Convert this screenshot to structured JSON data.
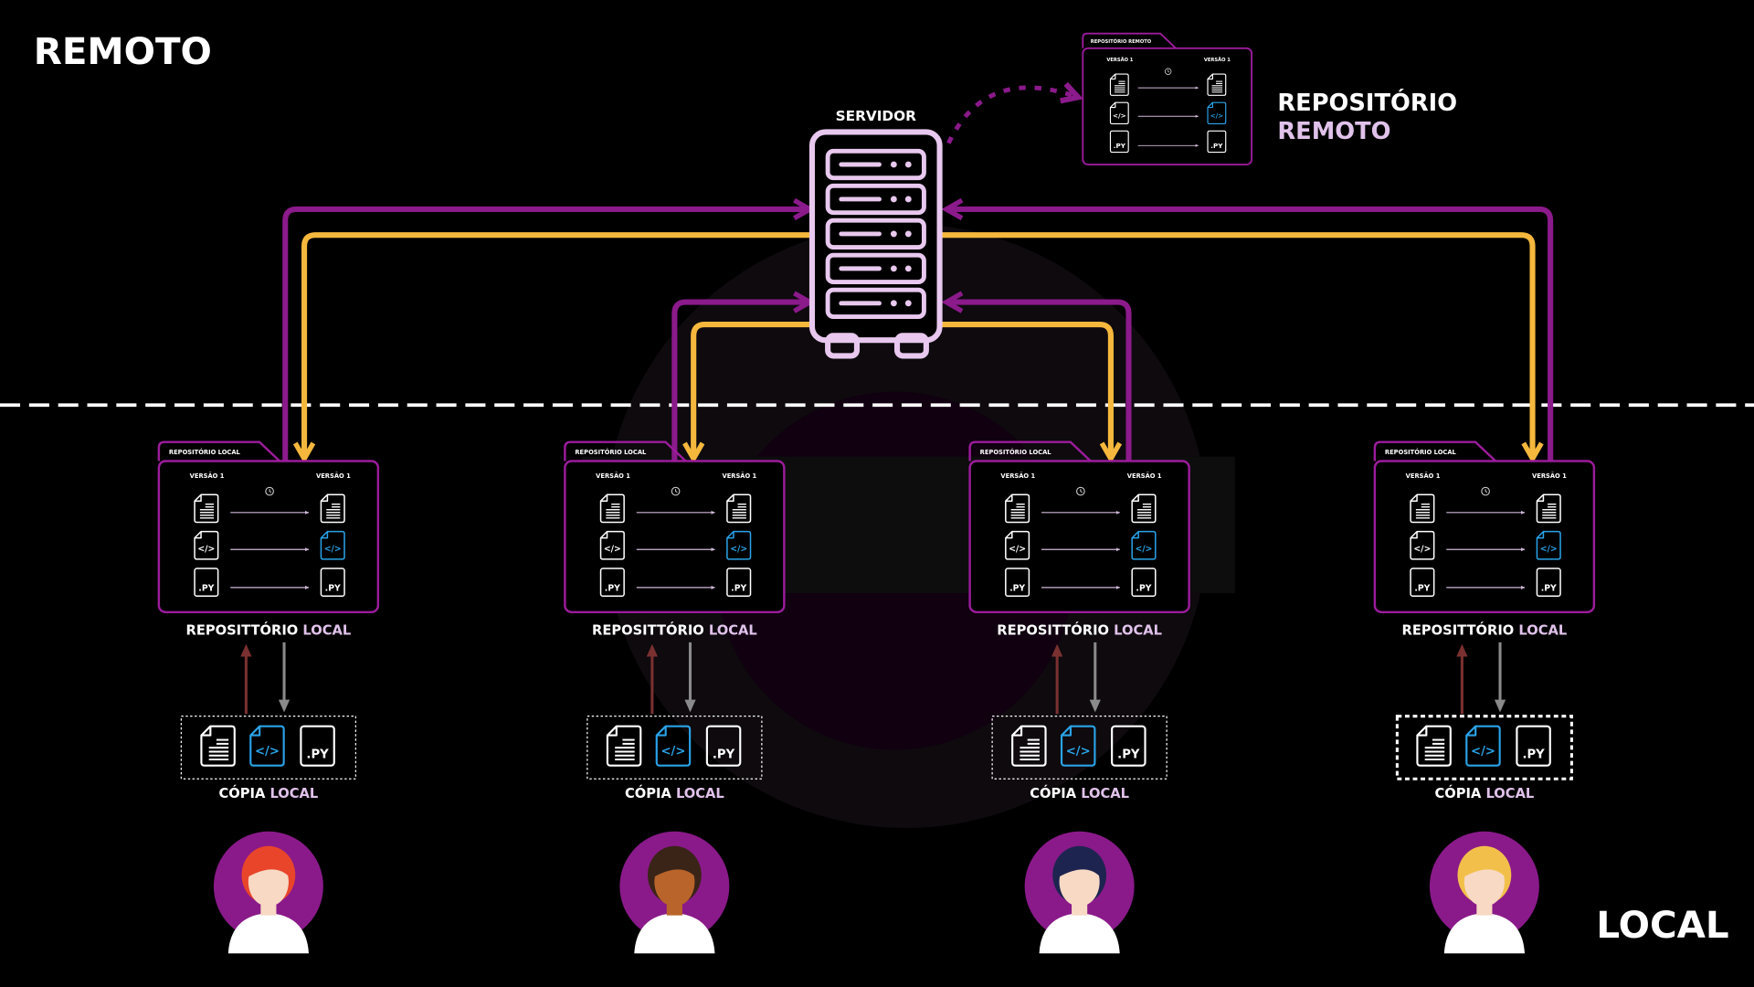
{
  "headings": {
    "remote": "REMOTO",
    "local": "LOCAL"
  },
  "server": {
    "label": "SERVIDOR"
  },
  "remote_repo": {
    "tab": "REPOSITÓRIO REMOTO",
    "title_line1": "REPOSITÓRIO",
    "title_line2": "REMOTO",
    "version_left": "VERSÃO 1",
    "version_right": "VERSÃO 1"
  },
  "icons": {
    "py_label": ".PY",
    "code_label": "</>"
  },
  "local_repos": [
    {
      "tab": "REPOSITÓRIO LOCAL",
      "version_left": "VERSÃO 1",
      "version_right": "VERSÃO 1",
      "label_a": "REPOSITTÓRIO ",
      "label_b": "LOCAL",
      "copy_a": "CÓPIA ",
      "copy_b": "LOCAL",
      "skin": "#f7d9c4",
      "hair": "#e8452a"
    },
    {
      "tab": "REPOSITÓRIO LOCAL",
      "version_left": "VERSÃO 1",
      "version_right": "VERSÃO 1",
      "label_a": "REPOSITTÓRIO ",
      "label_b": "LOCAL",
      "copy_a": "CÓPIA ",
      "copy_b": "LOCAL",
      "skin": "#b8642a",
      "hair": "#3a2418"
    },
    {
      "tab": "REPOSITÓRIO LOCAL",
      "version_left": "VERSÃO 1",
      "version_right": "VERSÃO 1",
      "label_a": "REPOSITTÓRIO ",
      "label_b": "LOCAL",
      "copy_a": "CÓPIA ",
      "copy_b": "LOCAL",
      "skin": "#f7d9c4",
      "hair": "#1e2450"
    },
    {
      "tab": "REPOSITÓRIO LOCAL",
      "version_left": "VERSÃO 1",
      "version_right": "VERSÃO 1",
      "label_a": "REPOSITTÓRIO ",
      "label_b": "LOCAL",
      "copy_a": "CÓPIA ",
      "copy_b": "LOCAL",
      "skin": "#f7d9c4",
      "hair": "#f2c04a"
    }
  ],
  "colors": {
    "background": "#000000",
    "push_line": "#8b1a8b",
    "pull_line": "#f5b83d",
    "repo_border": "#9b1c9b",
    "accent_text": "#e0c2ea",
    "code_icon_blue": "#2aa3e8",
    "avatar_bg": "#8a1a8a",
    "commit_arrow": "#7a3030",
    "checkout_arrow": "#8a8a8a",
    "server": "#e8c8ee"
  }
}
